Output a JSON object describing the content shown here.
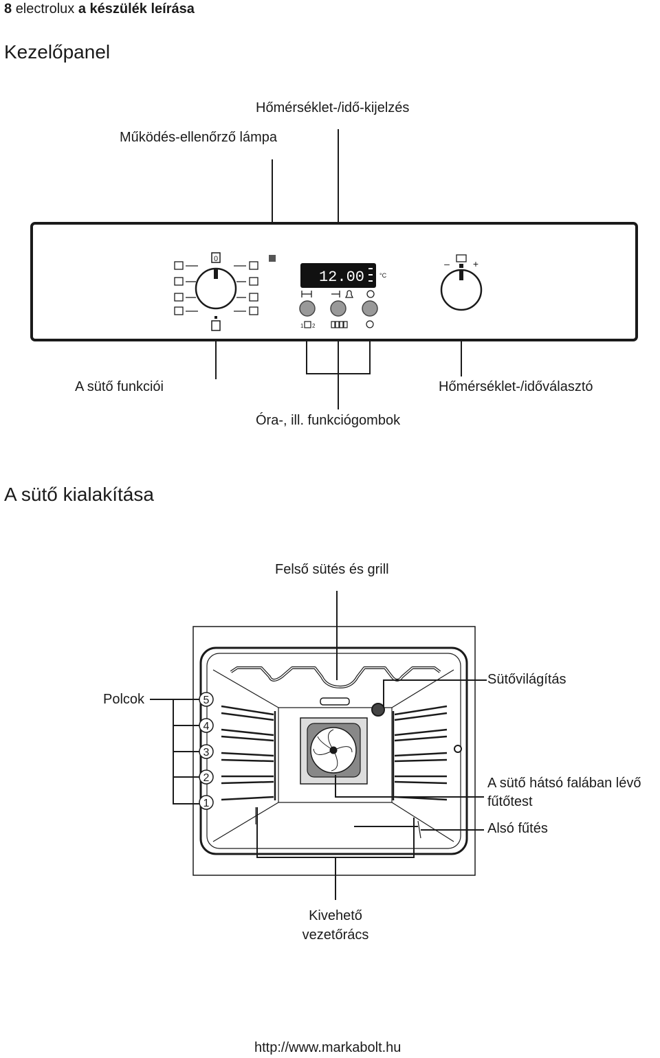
{
  "header": {
    "page_number": "8",
    "brand": "electrolux",
    "section": "a készülék leírása"
  },
  "control_panel": {
    "title": "Kezelőpanel",
    "labels": {
      "temp_time_display": "Hőmérséklet-/idő-kijelzés",
      "indicator_lamp": "Működés-ellenőrző lámpa",
      "oven_functions": "A sütő funkciói",
      "temp_time_selector": "Hőmérséklet-/időválasztó",
      "clock_buttons": "Óra-, ill. funkciógombok"
    },
    "display": {
      "time": "12.00",
      "unit": "°C"
    },
    "knob_marks": {
      "function_zero": "0",
      "minus": "–",
      "plus": "+"
    },
    "button_marks": {
      "left_numbers_1": "1",
      "left_numbers_2": "2"
    }
  },
  "oven_layout": {
    "title": "A sütő kialakítása",
    "labels": {
      "top_heat_grill": "Felső sütés és grill",
      "shelves": "Polcok",
      "oven_light": "Sütővilágítás",
      "rear_heater_line1": "A sütő hátsó falában lévő",
      "rear_heater_line2": "fűtőtest",
      "bottom_heat": "Alsó fűtés",
      "removable_rack_line1": "Kivehető",
      "removable_rack_line2": "vezetőrács"
    },
    "shelf_numbers": [
      "5",
      "4",
      "3",
      "2",
      "1"
    ]
  },
  "footer": {
    "url": "http://www.markabolt.hu"
  }
}
